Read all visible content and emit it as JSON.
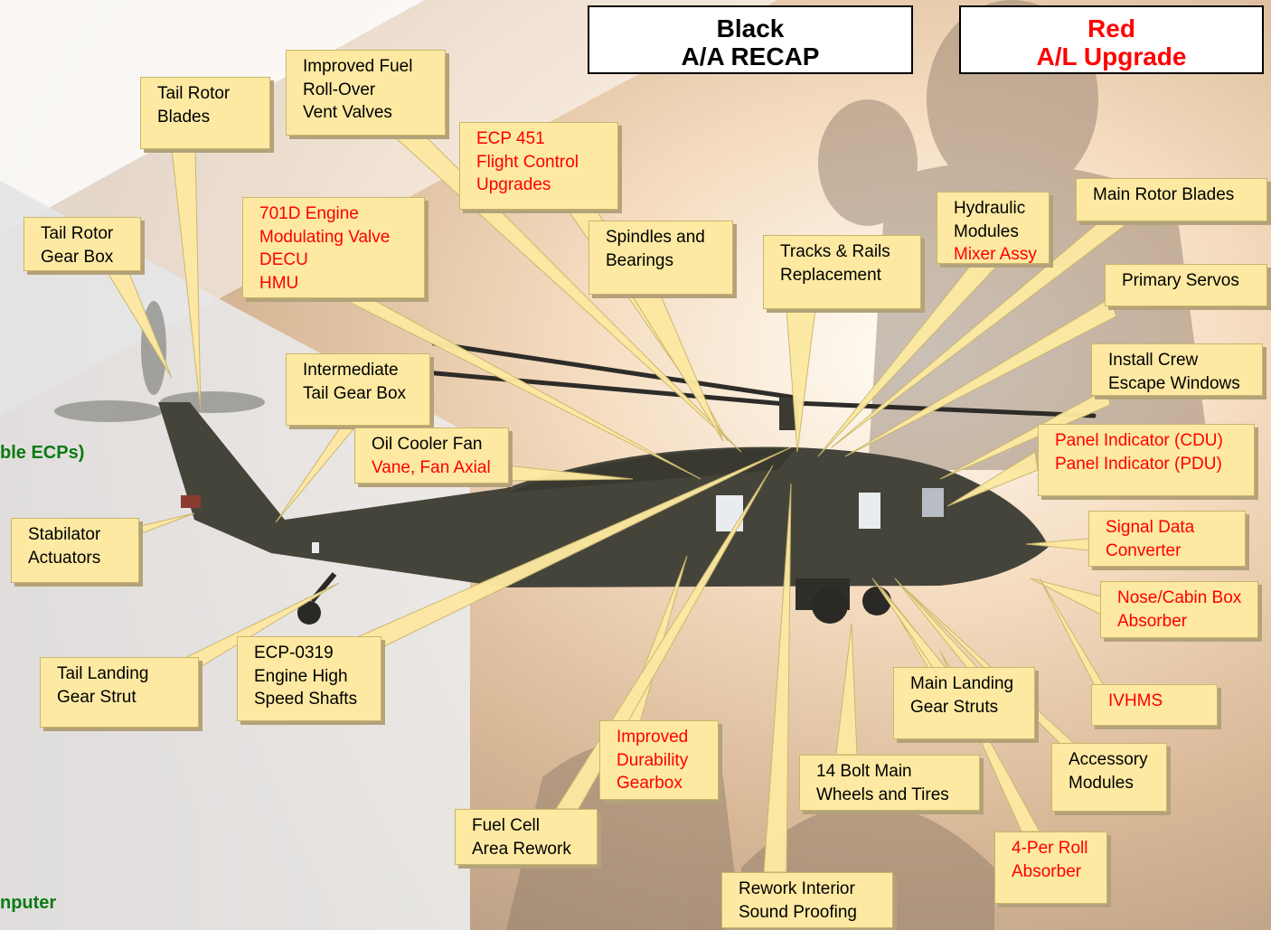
{
  "legend": {
    "black": {
      "line1": "Black",
      "line2": "A/A RECAP",
      "color": "#000000"
    },
    "red": {
      "line1": "Red",
      "line2": "A/L Upgrade",
      "color": "#ff0000"
    }
  },
  "side_text": {
    "ecps": "ble ECPs)",
    "computer": "nputer"
  },
  "callouts": {
    "tail_rotor_blades": [
      "Tail Rotor",
      "Blades"
    ],
    "improved_fuel": [
      "Improved Fuel",
      " Roll-Over",
      "Vent Valves"
    ],
    "ecp451": [
      "ECP 451",
      "Flight Control",
      "Upgrades"
    ],
    "tail_rotor_gearbox": [
      "Tail Rotor",
      "Gear Box"
    ],
    "engine_701d": [
      "701D Engine",
      "Modulating Valve",
      "DECU",
      "HMU"
    ],
    "spindles": [
      "Spindles and",
      "Bearings"
    ],
    "tracks_rails": [
      "Tracks & Rails",
      "Replacement"
    ],
    "hydraulic": [
      "Hydraulic",
      "Modules"
    ],
    "hydraulic_red": "Mixer Assy",
    "main_rotor_blades": "Main Rotor Blades",
    "primary_servos": "Primary Servos",
    "intermediate": [
      "Intermediate",
      "Tail Gear Box"
    ],
    "oil_cooler": "Oil Cooler Fan",
    "oil_cooler_red": "Vane, Fan Axial",
    "crew_escape": [
      "Install Crew",
      "Escape Windows"
    ],
    "panel_indicator": [
      "Panel Indicator (CDU)",
      "Panel Indicator (PDU)"
    ],
    "stabilator": [
      "Stabilator",
      "Actuators"
    ],
    "signal_data": [
      "Signal Data",
      "Converter"
    ],
    "nose_cabin": [
      "Nose/Cabin Box",
      "Absorber"
    ],
    "tail_landing": [
      "Tail Landing",
      "Gear Strut"
    ],
    "ecp0319": [
      "ECP-0319",
      "Engine High",
      "Speed Shafts"
    ],
    "main_landing": [
      "Main Landing",
      "Gear Struts"
    ],
    "ivhms": "IVHMS",
    "improved_durability": [
      "Improved",
      "Durability",
      "Gearbox"
    ],
    "bolt_main": [
      "14 Bolt Main",
      "Wheels and Tires"
    ],
    "accessory": [
      "Accessory",
      "Modules"
    ],
    "fuel_cell": [
      "Fuel Cell",
      "Area Rework"
    ],
    "four_per_roll": [
      "4-Per Roll",
      "Absorber"
    ],
    "rework_interior": [
      "Rework Interior",
      "Sound Proofing"
    ]
  }
}
